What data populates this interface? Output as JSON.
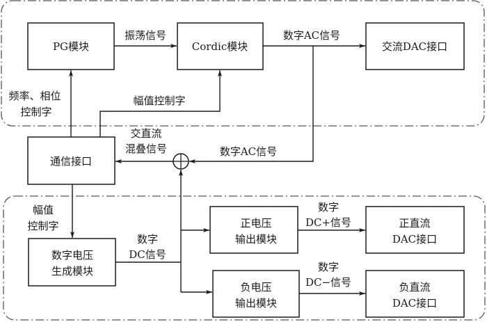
{
  "regions": {
    "top": "ac-generation-group",
    "bottom": "dc-generation-group"
  },
  "blocks": {
    "pg": "PG模块",
    "cordic": "Cordic模块",
    "ac_dac": "交流DAC接口",
    "comm": "通信接口",
    "dv_gen": [
      "数字电压",
      "生成模块"
    ],
    "pos_out": [
      "正电压",
      "输出模块"
    ],
    "neg_out": [
      "负电压",
      "输出模块"
    ],
    "pos_dac": [
      "正直流",
      "DAC接口"
    ],
    "neg_dac": [
      "负直流",
      "DAC接口"
    ]
  },
  "signals": {
    "oscillation": "振荡信号",
    "digital_ac_top": "数字AC信号",
    "freq_phase": [
      "频率、相位",
      "控制字"
    ],
    "amp_ctrl_top": "幅值控制字",
    "mixed": [
      "交直流",
      "混叠信号"
    ],
    "digital_ac_feedback": "数字AC信号",
    "amp_ctrl_bottom": [
      "幅值",
      "控制字"
    ],
    "digital_dc": [
      "数字",
      "DC信号"
    ],
    "dc_plus": [
      "数字",
      "DC+信号"
    ],
    "dc_minus": [
      "数字",
      "DC−信号"
    ]
  },
  "summing_junction": "plus-in-circle"
}
